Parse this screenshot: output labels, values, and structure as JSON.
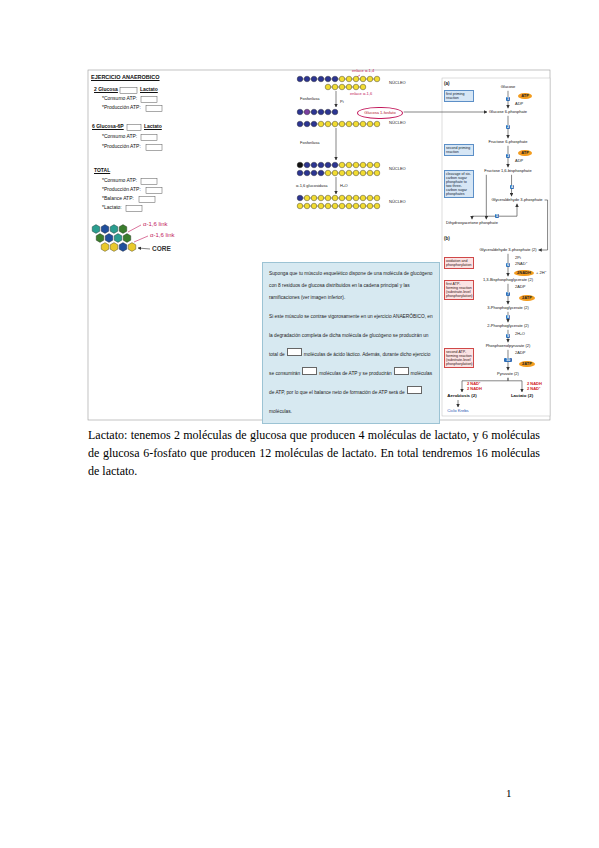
{
  "diagram": {
    "nodes": [
      {
        "text": [
          "Glucosa 1-fosfato"
        ]
      },
      {
        "text": [
          "Suponga que tu músculo esquelético dispone de una molécula de glucógeno con 8 residuos de glucosa distribuidos en la cadena principal y las ramificaciones (ver imagen inferior).",
          "Si este músculo se contrae vigorosamente en un ejercicio ANAERÓBICO, en la degradación completa de dicha molécula de glucógeno se producirán un total de",
          "moléculas de ácido láctico. Además, durante dicho ejercicio se consumirán",
          "moléculas de ATP y se producirán",
          "moléculas de ATP, por lo que el balance neto de formación de ATP será de",
          "moléculas."
        ]
      },
      {
        "text": [
          "Glucose"
        ]
      },
      {
        "text": [
          "Glucose 6-phosphate"
        ]
      },
      {
        "text": [
          "Fructose 6-phosphate"
        ]
      },
      {
        "text": [
          "Fructose 1,6-bisphosphate"
        ]
      },
      {
        "text": [
          "Glyceraldehyde 3-phosphate"
        ]
      },
      {
        "text": [
          "Dihydroxyacetone phosphate"
        ]
      },
      {
        "text": [
          "Glyceraldehyde 3-phosphate (2)"
        ]
      },
      {
        "text": [
          "1,3-Bisphosphoglycerate (2)"
        ]
      },
      {
        "text": [
          "3-Phosphoglycerate (2)"
        ]
      },
      {
        "text": [
          "2-Phosphoglycerate (2)"
        ]
      },
      {
        "text": [
          "Phosphoenolpyruvate (2)"
        ]
      },
      {
        "text": [
          "Pyruvate (2)"
        ]
      },
      {
        "text": [
          "Aerobiosis (2)"
        ]
      },
      {
        "text": [
          "Lactato (2)"
        ]
      },
      {
        "text": [
          "Ciclo Krebs"
        ]
      },
      {
        "text": [
          "first priming reaction"
        ]
      },
      {
        "text": [
          "second priming reaction"
        ]
      },
      {
        "text": [
          "cleavage of six-carbon sugar phosphate to two three-carbon sugar phosphates"
        ]
      },
      {
        "text": [
          "oxidation and phosphorylation"
        ]
      },
      {
        "text": [
          "first ATP-forming reaction (substrate-level phosphorylation)"
        ]
      },
      {
        "text": [
          "second ATP-forming reaction (substrate-level phosphorylation)"
        ]
      },
      {
        "text": [
          "1"
        ]
      },
      {
        "text": [
          "2"
        ]
      },
      {
        "text": [
          "3"
        ]
      },
      {
        "text": [
          "4"
        ]
      },
      {
        "text": [
          "5"
        ]
      },
      {
        "text": [
          "6"
        ]
      },
      {
        "text": [
          "7"
        ]
      },
      {
        "text": [
          "8"
        ]
      },
      {
        "text": [
          "9"
        ]
      },
      {
        "text": [
          "10"
        ]
      },
      {
        "text": [
          "ATP"
        ]
      },
      {
        "text": [
          "ATP"
        ]
      },
      {
        "text": [
          "2NADH"
        ]
      },
      {
        "text": [
          "2ATP"
        ]
      },
      {
        "text": [
          "2ATP"
        ]
      }
    ],
    "edges": [
      {
        "from": 0,
        "to": 3,
        "arrow": "to"
      },
      {
        "from": 2,
        "to": 3,
        "arrow": "to"
      },
      {
        "from": 3,
        "to": 4,
        "arrow": "to"
      },
      {
        "from": 4,
        "to": 5,
        "arrow": "to"
      },
      {
        "from": 5,
        "to": 6,
        "arrow": "to"
      },
      {
        "from": 5,
        "to": 7,
        "arrow": "to"
      },
      {
        "from": 7,
        "to": 6,
        "arrow": "both"
      },
      {
        "from": 6,
        "to": 8,
        "arrow": "to"
      },
      {
        "from": 8,
        "to": 9,
        "arrow": "to"
      },
      {
        "from": 9,
        "to": 10,
        "arrow": "to"
      },
      {
        "from": 10,
        "to": 11,
        "arrow": "to"
      },
      {
        "from": 11,
        "to": 12,
        "arrow": "to"
      },
      {
        "from": 12,
        "to": 13,
        "arrow": "to"
      },
      {
        "from": 13,
        "to": 14,
        "arrow": "to"
      },
      {
        "from": 13,
        "to": 15,
        "arrow": "to"
      },
      {
        "from": 14,
        "to": 16,
        "arrow": "to"
      }
    ],
    "labels": [
      "EJERCICIO ANAEROBICO",
      "2 Glucosa",
      "Lactato",
      "*Consumo ATP:",
      "*Producción ATP:",
      "6 Glucosa-6P",
      "Lactato",
      "*Consumo ATP:",
      "*Producción ATP:",
      "TOTAL",
      "*Consumo ATP:",
      "*Producción ATP:",
      "*Balance ATP:",
      "*Lactato:",
      "α-1,6 link",
      "α-1,6 link",
      "CORE",
      "enlace α-1,4",
      "Fosforilasa",
      "Pi",
      "enlace α-1,6",
      "NÚCLEO",
      "NÚCLEO",
      "Fosforilasa",
      "NÚCLEO",
      "α-1,6 glucosidasa",
      "H₂O",
      "NÚCLEO",
      "(a)",
      "ADP",
      "ADP",
      "(b)",
      "2Pi",
      "2NAD⁺",
      "+ 2H⁺",
      "2ADP",
      "2H₂O",
      "2ADP",
      "2 NAD⁺",
      "2 NADH",
      "2 NADH",
      "2 NAD⁺",
      "Lactato: tenemos 2 moléculas de glucosa que producen 4 moléculas de lactato, y 6 moléculas de glucosa 6-fosfato que producen 12 moléculas de lactato. En total tendremos 16 moléculas de lactato.",
      "1"
    ]
  }
}
